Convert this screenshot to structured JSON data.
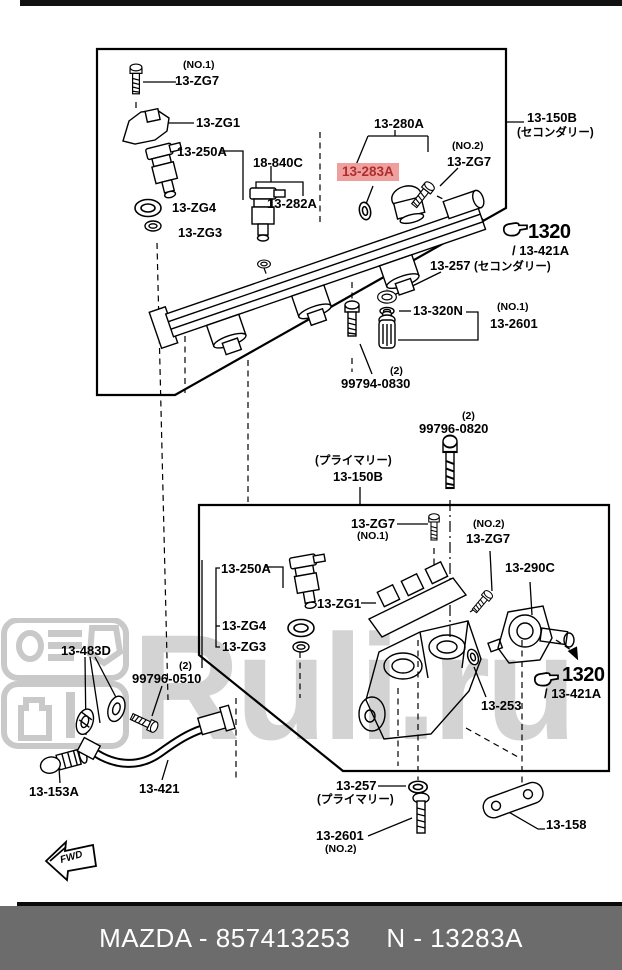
{
  "watermark": {
    "text": "Ruli.ru"
  },
  "colors": {
    "highlight_bg": "#f09f9f",
    "highlight_text": "#ae2e2e",
    "footer_bg": "#6c6c6c",
    "watermark_gray": "#c9c9c9"
  },
  "footer": {
    "brand_part": "MAZDA - 857413253",
    "fig_code": "N - 13283A"
  },
  "sections": {
    "secondary": {
      "assembly": {
        "part": "13-150B",
        "note": "(セコンダリー)"
      },
      "labels": {
        "zg7_no1": {
          "note": "(NO.1)",
          "part": "13-ZG7"
        },
        "zg1": {
          "part": "13-ZG1"
        },
        "p250a": {
          "part": "13-250A"
        },
        "p840c": {
          "part": "18-840C"
        },
        "p282a": {
          "part": "13-282A"
        },
        "p283a": {
          "part": "13-283A"
        },
        "p280a": {
          "part": "13-280A"
        },
        "zg7_no2": {
          "note": "(NO.2)",
          "part": "13-ZG7"
        },
        "zg4": {
          "part": "13-ZG4"
        },
        "zg3": {
          "part": "13-ZG3"
        },
        "ref1320": {
          "ref": "1320",
          "sub": "/ 13-421A"
        },
        "p257": {
          "part": "13-257",
          "note": "(セコンダリー)"
        },
        "p320n": {
          "part": "13-320N"
        },
        "p2601": {
          "note": "(NO.1)",
          "part": "13-2601"
        },
        "p99794": {
          "qty": "(2)",
          "part": "99794-0830"
        }
      }
    },
    "primary": {
      "assembly": {
        "note": "(プライマリー)",
        "part": "13-150B"
      },
      "labels": {
        "p99796_0820": {
          "qty": "(2)",
          "part": "99796-0820"
        },
        "zg7_no1": {
          "part": "13-ZG7",
          "note": "(NO.1)"
        },
        "zg7_no2": {
          "note": "(NO.2)",
          "part": "13-ZG7"
        },
        "p290c": {
          "part": "13-290C"
        },
        "p250a": {
          "part": "13-250A"
        },
        "zg1": {
          "part": "13-ZG1"
        },
        "zg4": {
          "part": "13-ZG4"
        },
        "zg3": {
          "part": "13-ZG3"
        },
        "p253": {
          "part": "13-253"
        },
        "ref1320": {
          "ref": "1320",
          "sub": "/ 13-421A"
        }
      }
    },
    "bottom": {
      "labels": {
        "p483d": {
          "part": "13-483D"
        },
        "p99796_0510": {
          "qty": "(2)",
          "part": "99796-0510"
        },
        "p153a": {
          "part": "13-153A"
        },
        "p421": {
          "part": "13-421"
        },
        "p257": {
          "part": "13-257",
          "note": "(プライマリー)"
        },
        "p2601": {
          "part": "13-2601",
          "note": "(NO.2)"
        },
        "p158": {
          "part": "13-158"
        },
        "fwd": {
          "label": "FWD"
        }
      }
    }
  }
}
